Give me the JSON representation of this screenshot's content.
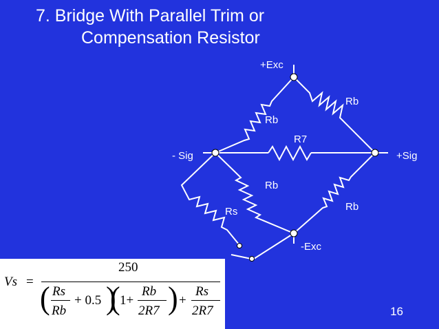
{
  "slide": {
    "title_line1": "7.  Bridge With Parallel Trim or",
    "title_line2": "Compensation Resistor",
    "page_number": "16"
  },
  "circuit": {
    "labels": {
      "exc_plus": "+Exc",
      "exc_minus": "-Exc",
      "sig_minus": "- Sig",
      "sig_plus": "+Sig",
      "rb_top_right": "Rb",
      "rb_top_left": "Rb",
      "r7": "R7",
      "rb_bottom_left": "Rb",
      "rb_bottom_right": "Rb",
      "rs": "Rs"
    }
  },
  "formula": {
    "lhs": "Vs",
    "equals": "=",
    "numerator": "250",
    "rs1": "Rs",
    "rb1": "Rb",
    "plus_half": "+ 0.5",
    "one_plus": "1+",
    "rb2": "Rb",
    "two_r7_a": "2R7",
    "plus": "+",
    "rs2": "Rs",
    "two_r7_b": "2R7"
  },
  "colors": {
    "background": "#2233dd",
    "foreground": "#ffffff",
    "formula_background": "#ffffff"
  }
}
